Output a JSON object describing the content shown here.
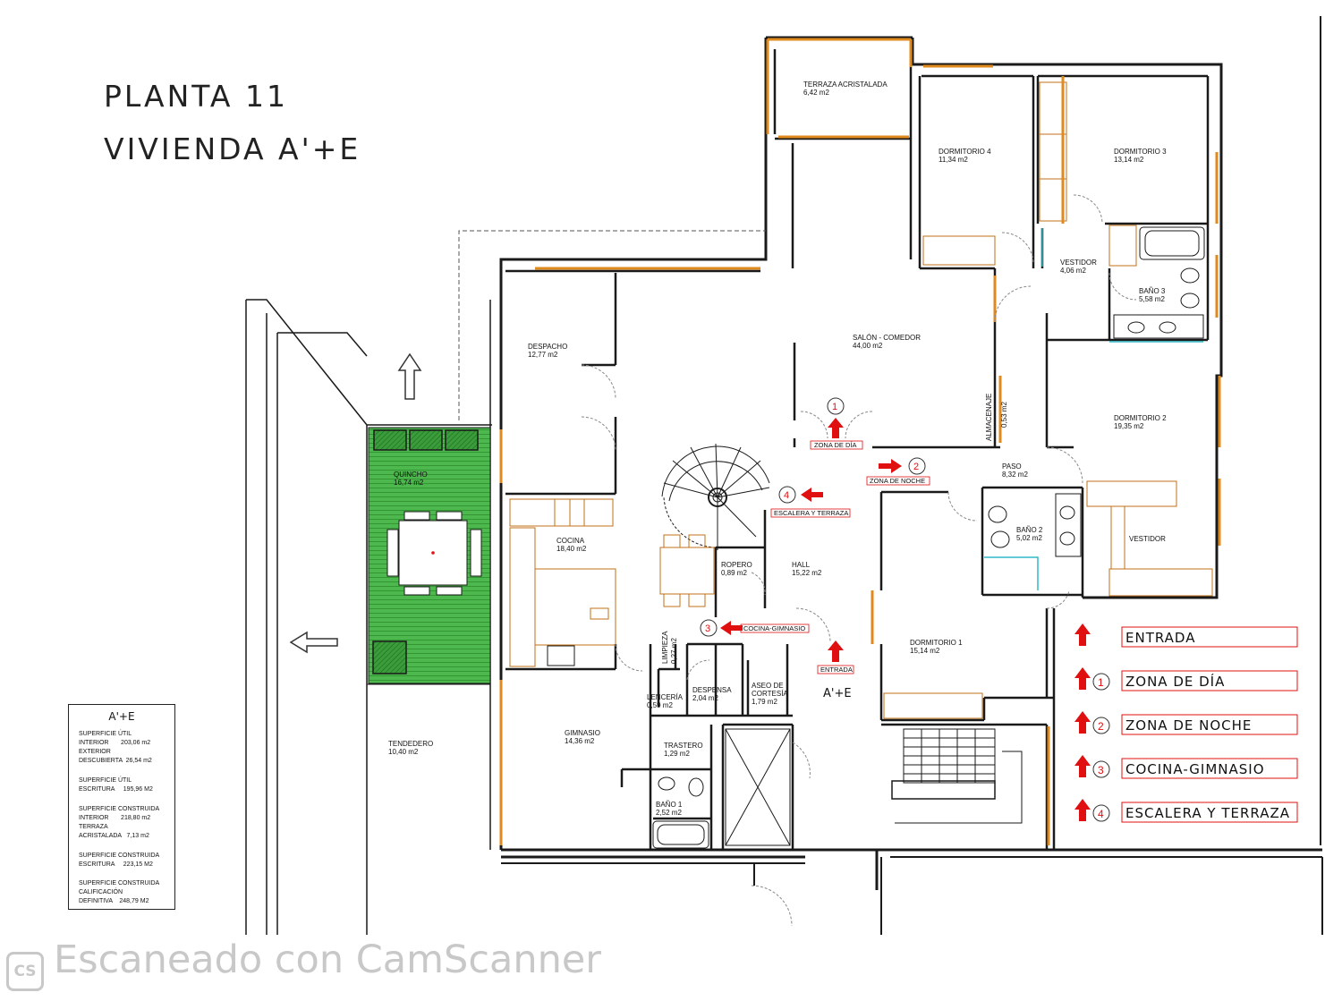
{
  "title": {
    "line1": "PLANTA 11",
    "line2": "VIVIENDA A'+E"
  },
  "rooms": {
    "terraza_acristalada": {
      "name": "TERRAZA ACRISTALADA",
      "area": "6,42 m2"
    },
    "dormitorio4": {
      "name": "DORMITORIO 4",
      "area": "11,34 m2"
    },
    "dormitorio3": {
      "name": "DORMITORIO 3",
      "area": "13,14 m2"
    },
    "vestidor_top": {
      "name": "VESTIDOR",
      "area": "4,06 m2"
    },
    "bano3": {
      "name": "BAÑO 3",
      "area": "5,58 m2"
    },
    "despacho": {
      "name": "DESPACHO",
      "area": "12,77 m2"
    },
    "salon": {
      "name": "SALÓN - COMEDOR",
      "area": "44,00 m2"
    },
    "almacenaje": {
      "name": "ALMACENAJE",
      "area": "0,53 m2"
    },
    "dormitorio2": {
      "name": "DORMITORIO 2",
      "area": "19,35 m2"
    },
    "quincho": {
      "name": "QUINCHO",
      "area": "16,74 m2"
    },
    "paso": {
      "name": "PASO",
      "area": "8,32 m2"
    },
    "bano2": {
      "name": "BAÑO 2",
      "area": "5,02 m2"
    },
    "vestidor": {
      "name": "VESTIDOR"
    },
    "cocina": {
      "name": "COCINA",
      "area": "18,40 m2"
    },
    "ropero": {
      "name": "ROPERO",
      "area": "0,89 m2"
    },
    "hall": {
      "name": "HALL",
      "area": "15,22 m2"
    },
    "limpieza": {
      "name": "LIMPIEZA",
      "area": "0,27 m2"
    },
    "dormitorio1": {
      "name": "DORMITORIO 1",
      "area": "15,14 m2"
    },
    "lenceria": {
      "name": "LENCERÍA",
      "area": "0,59 m2"
    },
    "despensa": {
      "name": "DESPENSA",
      "area": "2,04 m2"
    },
    "aseo": {
      "name": "ASEO DE",
      "name2": "CORTESÍA",
      "area": "1,79 m2"
    },
    "tendedero": {
      "name": "TENDEDERO",
      "area": "10,40 m2"
    },
    "gimnasio": {
      "name": "GIMNASIO",
      "area": "14,36 m2"
    },
    "trastero": {
      "name": "TRASTERO",
      "area": "1,29 m2"
    },
    "bano1": {
      "name": "BAÑO 1",
      "area": "2,52 m2"
    }
  },
  "unit_label": "A'+E",
  "markers": {
    "m1": "1",
    "m2": "2",
    "m3": "3",
    "m4": "4",
    "zona_dia": "ZONA DE DÍA",
    "zona_noche": "ZONA DE NOCHE",
    "escalera": "ESCALERA Y TERRAZA",
    "cocina_gimnasio": "COCINA-GIMNASIO",
    "entrada": "ENTRADA"
  },
  "legend": [
    {
      "num": "",
      "label": "ENTRADA"
    },
    {
      "num": "1",
      "label": "ZONA DE DÍA"
    },
    {
      "num": "2",
      "label": "ZONA DE NOCHE"
    },
    {
      "num": "3",
      "label": "COCINA-GIMNASIO"
    },
    {
      "num": "4",
      "label": "ESCALERA Y TERRAZA"
    }
  ],
  "summary": {
    "title": "A'+E",
    "lines": [
      "SUPERFICIE ÚTIL",
      "INTERIOR       203,06 m2",
      "EXTERIOR",
      "DESCUBIERTA  26,54 m2",
      "",
      "SUPERFICIE ÚTIL",
      "ESCRITURA     195,96 M2",
      "",
      "SUPERFICIE CONSTRUIDA",
      "INTERIOR       218,80 m2",
      "TERRAZA",
      "ACRISTALADA   7,13 m2",
      "",
      "SUPERFICIE CONSTRUIDA",
      "ESCRITURA     223,15 M2",
      "",
      "SUPERFICIE CONSTRUIDA",
      "CALIFICACIÓN",
      "DEFINITIVA    248,79 M2"
    ]
  },
  "watermark": "Escaneado con CamScanner",
  "watermark_logo": "CS",
  "colors": {
    "wall": "#1a1a1a",
    "window": "#e08a1e",
    "arrow": "#e01010",
    "terrace": "#3aa83a"
  }
}
